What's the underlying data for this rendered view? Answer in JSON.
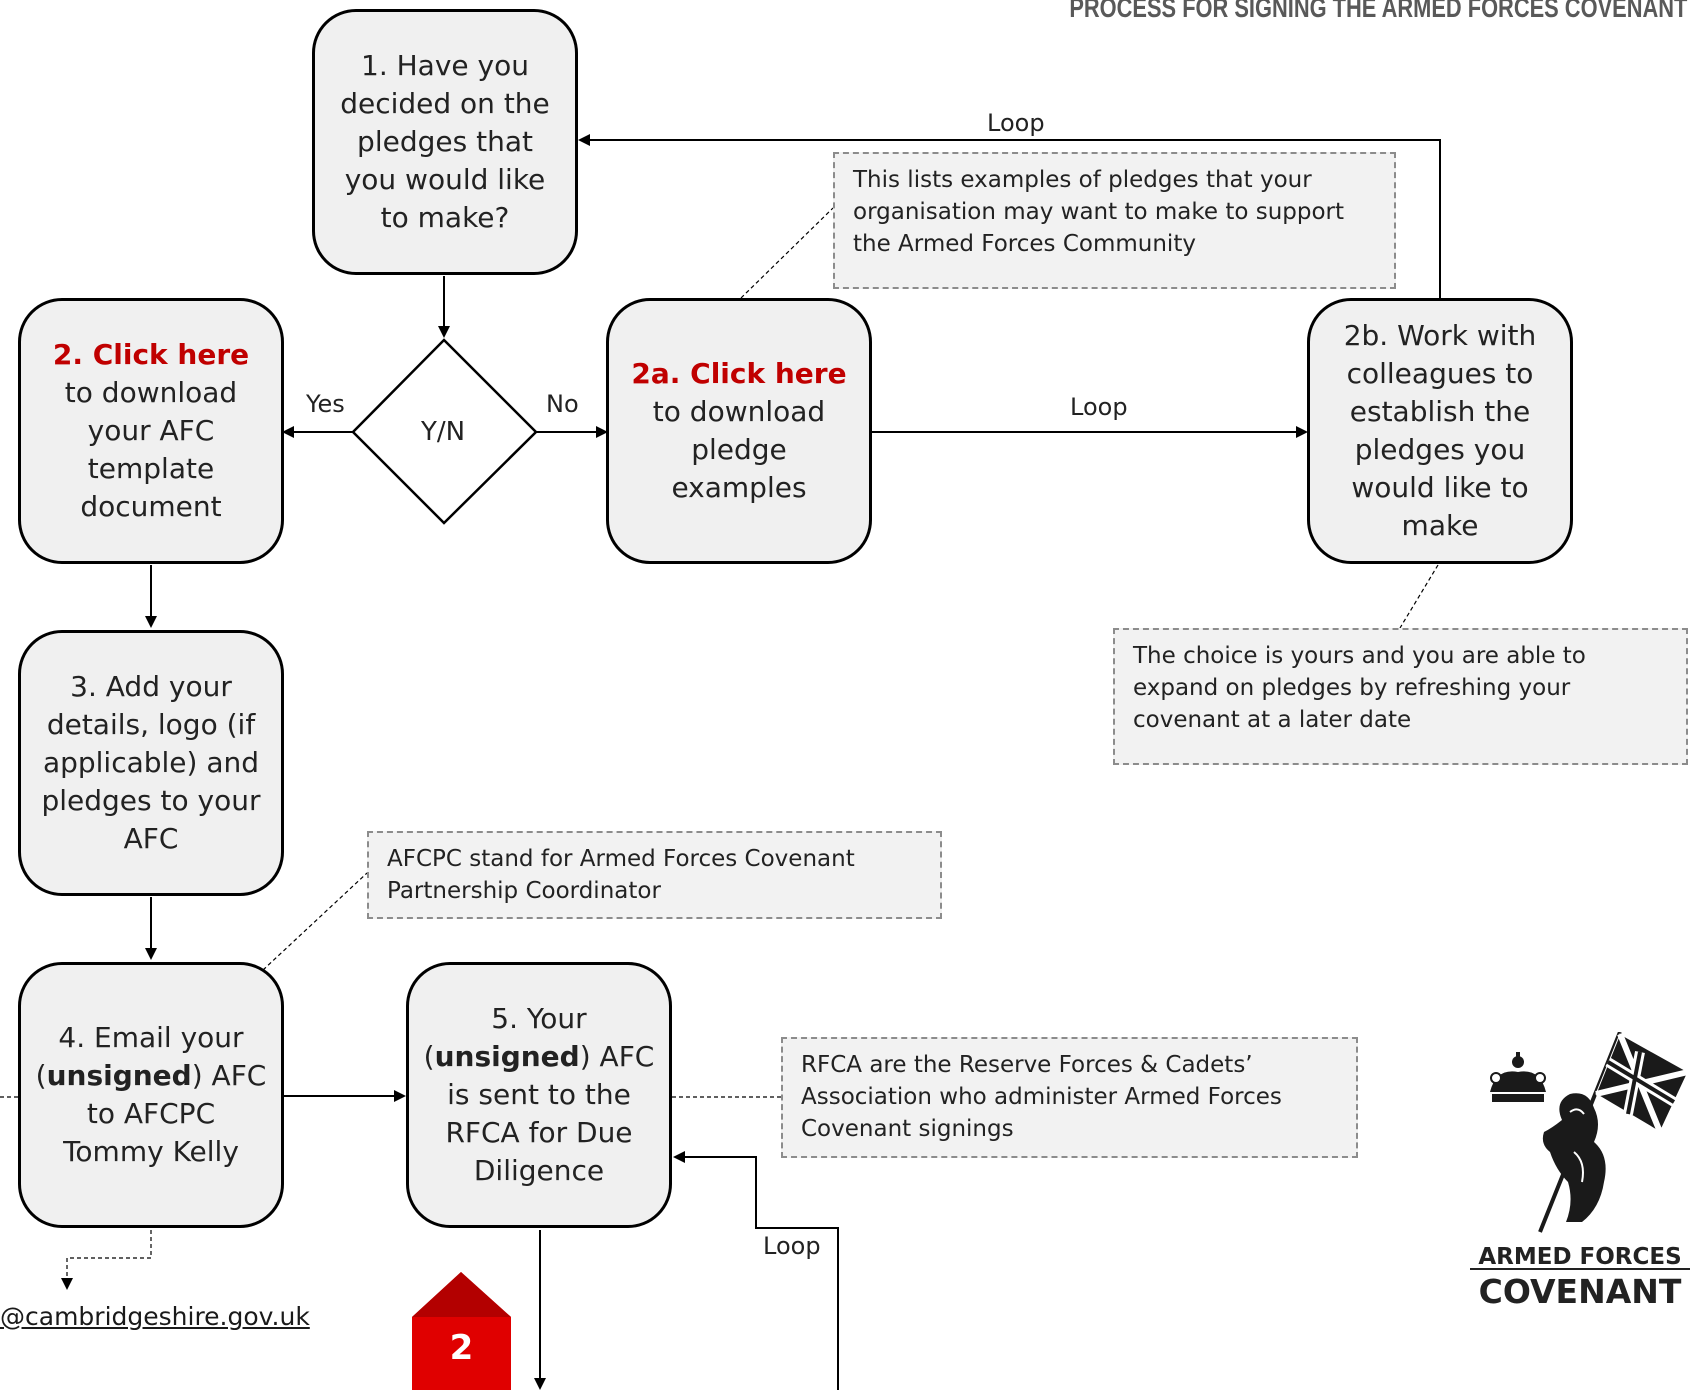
{
  "header": {
    "title": "PROCESS FOR SIGNING THE ARMED FORCES COVENANT"
  },
  "steps": {
    "step1": {
      "text": "1. Have you decided on the pledges that you would like to make?"
    },
    "decision": {
      "text": "Y/N"
    },
    "step2": {
      "link": "2. Click here",
      "rest": " to download your AFC template document"
    },
    "step2a": {
      "link": "2a. Click here",
      "rest": "to download pledge examples"
    },
    "step2b": {
      "text": "2b. Work with colleagues to establish the pledges you would like to make"
    },
    "step3": {
      "text": "3. Add your details, logo (if applicable) and pledges to your AFC"
    },
    "step4": {
      "before": "4. Email your (",
      "bold": "unsigned",
      "after": ") AFC to  AFCPC Tommy Kelly"
    },
    "step5": {
      "before": "5. Your (",
      "bold": "unsigned",
      "after": ") AFC is sent to the RFCA for Due Diligence"
    }
  },
  "edge_labels": {
    "yes": "Yes",
    "no": "No",
    "loop_top": "Loop",
    "loop_mid": "Loop",
    "loop_bottom": "Loop"
  },
  "notes": {
    "pledge_examples": "This lists examples of pledges that your organisation may want to make to support the Armed Forces Community",
    "choice": "The choice is yours and you are able to expand on pledges by refreshing your covenant at a later date",
    "afcpc": "AFCPC stand for Armed Forces Covenant Partnership Coordinator",
    "rfca": "RFCA are the Reserve Forces & Cadets’ Association who administer Armed Forces Covenant signings"
  },
  "email": {
    "text": "@cambridgeshire.gov.uk"
  },
  "page_marker": {
    "number": "2",
    "color": "#e00000"
  },
  "logo": {
    "line1": "ARMED FORCES",
    "line2": "COVENANT"
  },
  "colors": {
    "link_red": "#c00000",
    "box_fill": "#f0f0f0"
  }
}
